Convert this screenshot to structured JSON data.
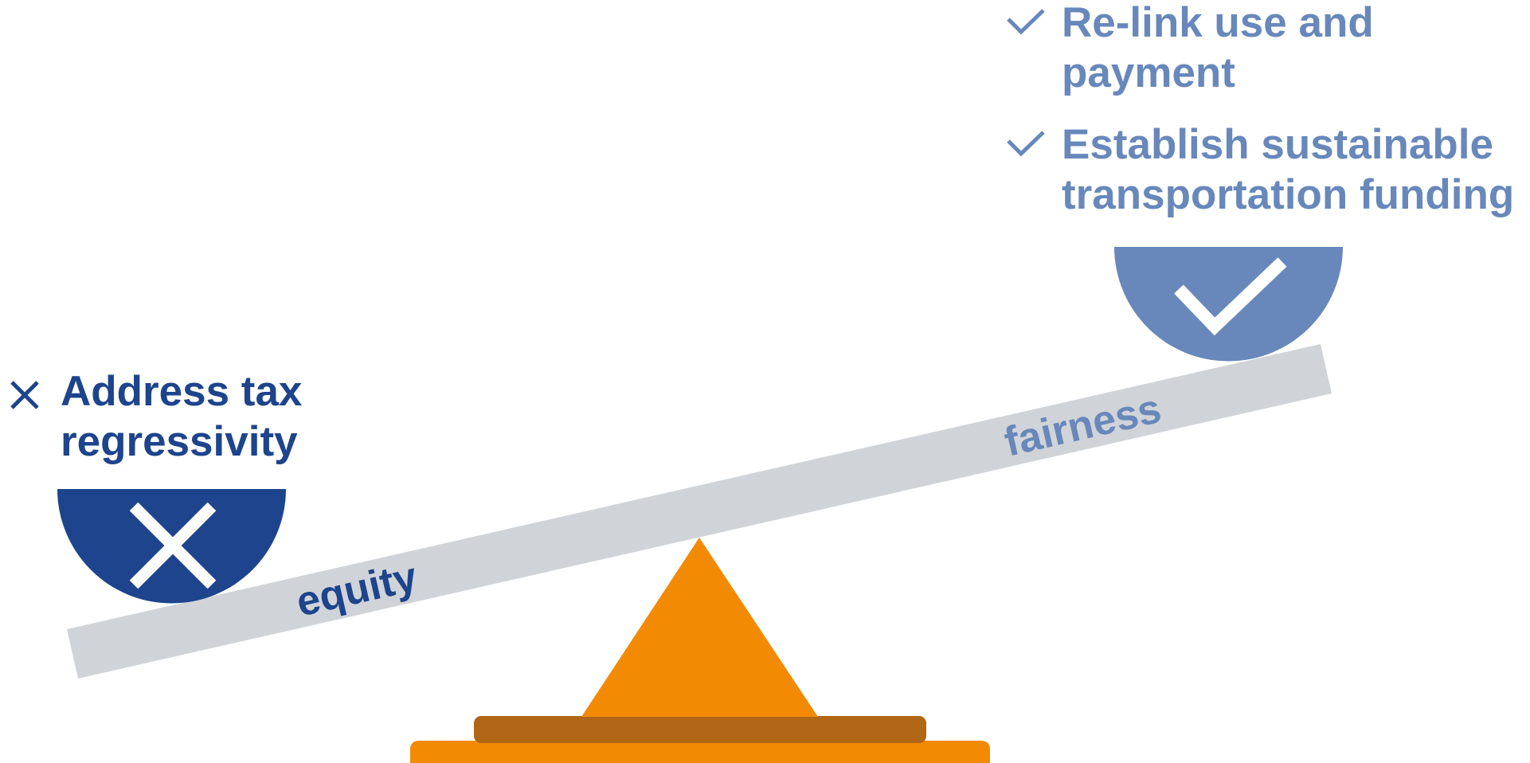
{
  "colors": {
    "left_accent": "#1d448c",
    "right_accent": "#6888bb",
    "beam": "#d0d4d8",
    "fulcrum": "#f28a04",
    "base_dark": "#b06614",
    "base": "#f28a04"
  },
  "left_side": {
    "icon": "x-icon",
    "label": "Address tax regressivity",
    "bowl_icon": "x-icon",
    "beam_label": "equity"
  },
  "right_side": {
    "items": [
      {
        "icon": "check-icon",
        "label": "Re-link use and payment"
      },
      {
        "icon": "check-icon",
        "label": "Establish sustainable transportation funding"
      }
    ],
    "bowl_icon": "check-icon",
    "beam_label": "fairness"
  }
}
